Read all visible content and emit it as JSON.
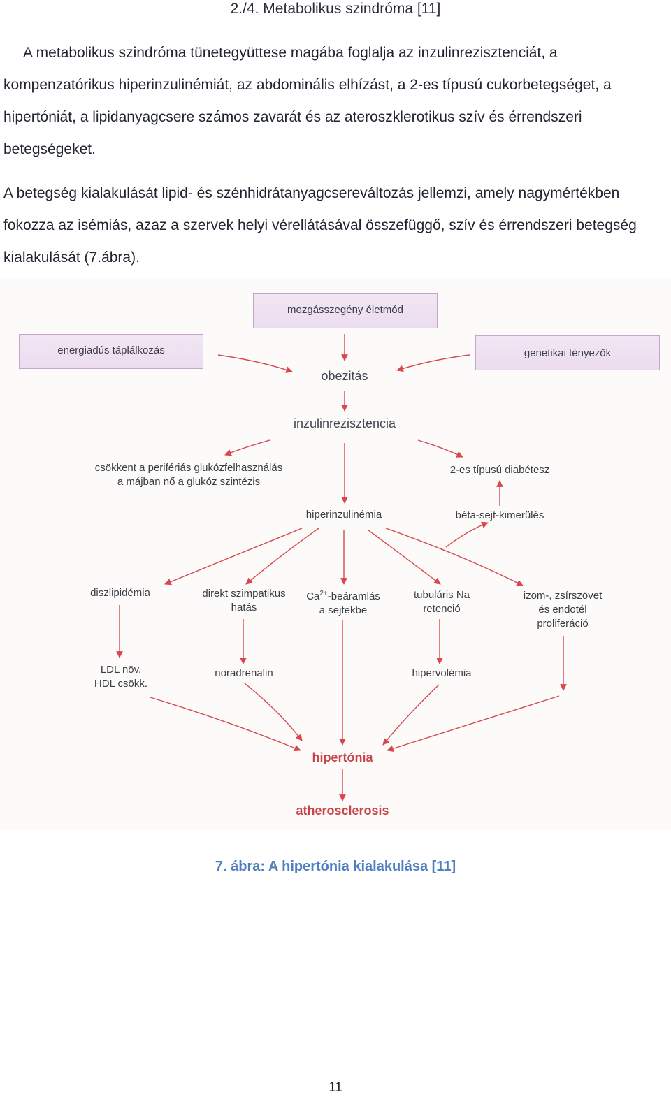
{
  "heading": "2./4. Metabolikus szindróma [11]",
  "paragraphs": [
    "A metabolikus szindróma tünetegyüttese magába foglalja az inzulinrezisztenciát, a kompenzatórikus hiperinzulinémiát, az abdominális elhízást, a 2-es típusú cukorbetegséget, a hipertóniát, a lipidanyagcsere számos zavarát és az ateroszklerotikus szív és érrendszeri betegségeket.",
    "A betegség kialakulását lipid- és szénhidrátanyagcsereváltozás jellemzi, amely nagymértékben fokozza az isémiás, azaz a szervek helyi vérellátásával összefüggő, szív és érrendszeri betegség kialakulását (7.ábra)."
  ],
  "diagram": {
    "lifestyle": "mozgásszegény életmód",
    "diet": "energiadús táplálkozás",
    "genetics": "genetikai tényezők",
    "obesity": "obezitás",
    "insulin_resistance": "inzulinrezisztencia",
    "peripheral_line1": "csökkent a perifériás glukózfelhasználás",
    "peripheral_line2": "a májban nő a glukóz szintézis",
    "diabetes": "2-es típusú diabétesz",
    "hyperinsulinemia": "hiperinzulinémia",
    "beta_cell": "béta-sejt-kimerülés",
    "dyslipidemia": "diszlipidémia",
    "sympathetic_line1": "direkt szimpatikus",
    "sympathetic_line2": "hatás",
    "ca_prefix": "Ca",
    "ca_sup": "2+",
    "ca_line1_rest": "-beáramlás",
    "ca_line2": "a sejtekbe",
    "tubular_line1": "tubuláris Na",
    "tubular_line2": "retenció",
    "muscle_line1": "izom-, zsírszövet",
    "muscle_line2": "és endotél",
    "muscle_line3": "proliferáció",
    "ldl_line1": "LDL növ.",
    "ldl_line2": "HDL csökk.",
    "noradrenaline": "noradrenalin",
    "hypervolemia": "hipervolémia",
    "hypertension": "hipertónia",
    "atherosclerosis": "atherosclerosis"
  },
  "caption": "7. ábra: A hipertónia kialakulása [11]",
  "page_number": "11",
  "colors": {
    "arrow": "#d9474d",
    "box_fill": "#eee1f1",
    "caption": "#4f7fbf"
  }
}
